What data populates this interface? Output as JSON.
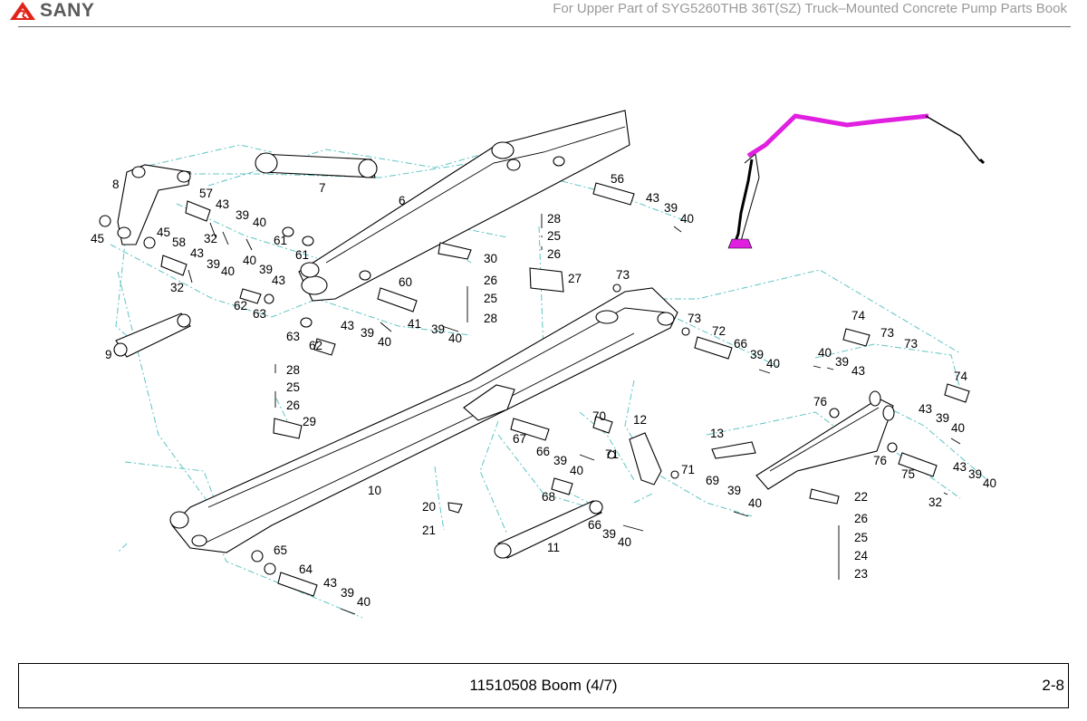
{
  "header": {
    "brand": "SANY",
    "title": "For Upper Part of SYG5260THB 36T(SZ) Truck–Mounted Concrete Pump Parts Book"
  },
  "colors": {
    "brand": "#e2231a",
    "leader": "#5fc4c4",
    "highlight": "#e01fe0"
  },
  "callouts": [
    "8",
    "45",
    "57",
    "43",
    "39",
    "40",
    "32",
    "45",
    "58",
    "43",
    "39",
    "40",
    "32",
    "7",
    "6",
    "61",
    "61",
    "40",
    "39",
    "43",
    "62",
    "63",
    "63",
    "62",
    "43",
    "39",
    "40",
    "60",
    "41",
    "39",
    "40",
    "28",
    "25",
    "26",
    "30",
    "26",
    "25",
    "28",
    "27",
    "56",
    "43",
    "39",
    "40",
    "73",
    "9",
    "28",
    "25",
    "26",
    "29",
    "10",
    "73",
    "72",
    "66",
    "39",
    "40",
    "74",
    "73",
    "73",
    "40",
    "39",
    "43",
    "74",
    "76",
    "43",
    "39",
    "40",
    "70",
    "12",
    "13",
    "67",
    "66",
    "39",
    "40",
    "71",
    "71",
    "69",
    "39",
    "40",
    "76",
    "75",
    "43",
    "39",
    "40",
    "32",
    "68",
    "20",
    "21",
    "66",
    "39",
    "40",
    "11",
    "65",
    "64",
    "43",
    "39",
    "40",
    "22",
    "26",
    "25",
    "24",
    "23"
  ],
  "footer": {
    "title": "11510508 Boom  (4/7)",
    "page": "2-8"
  }
}
